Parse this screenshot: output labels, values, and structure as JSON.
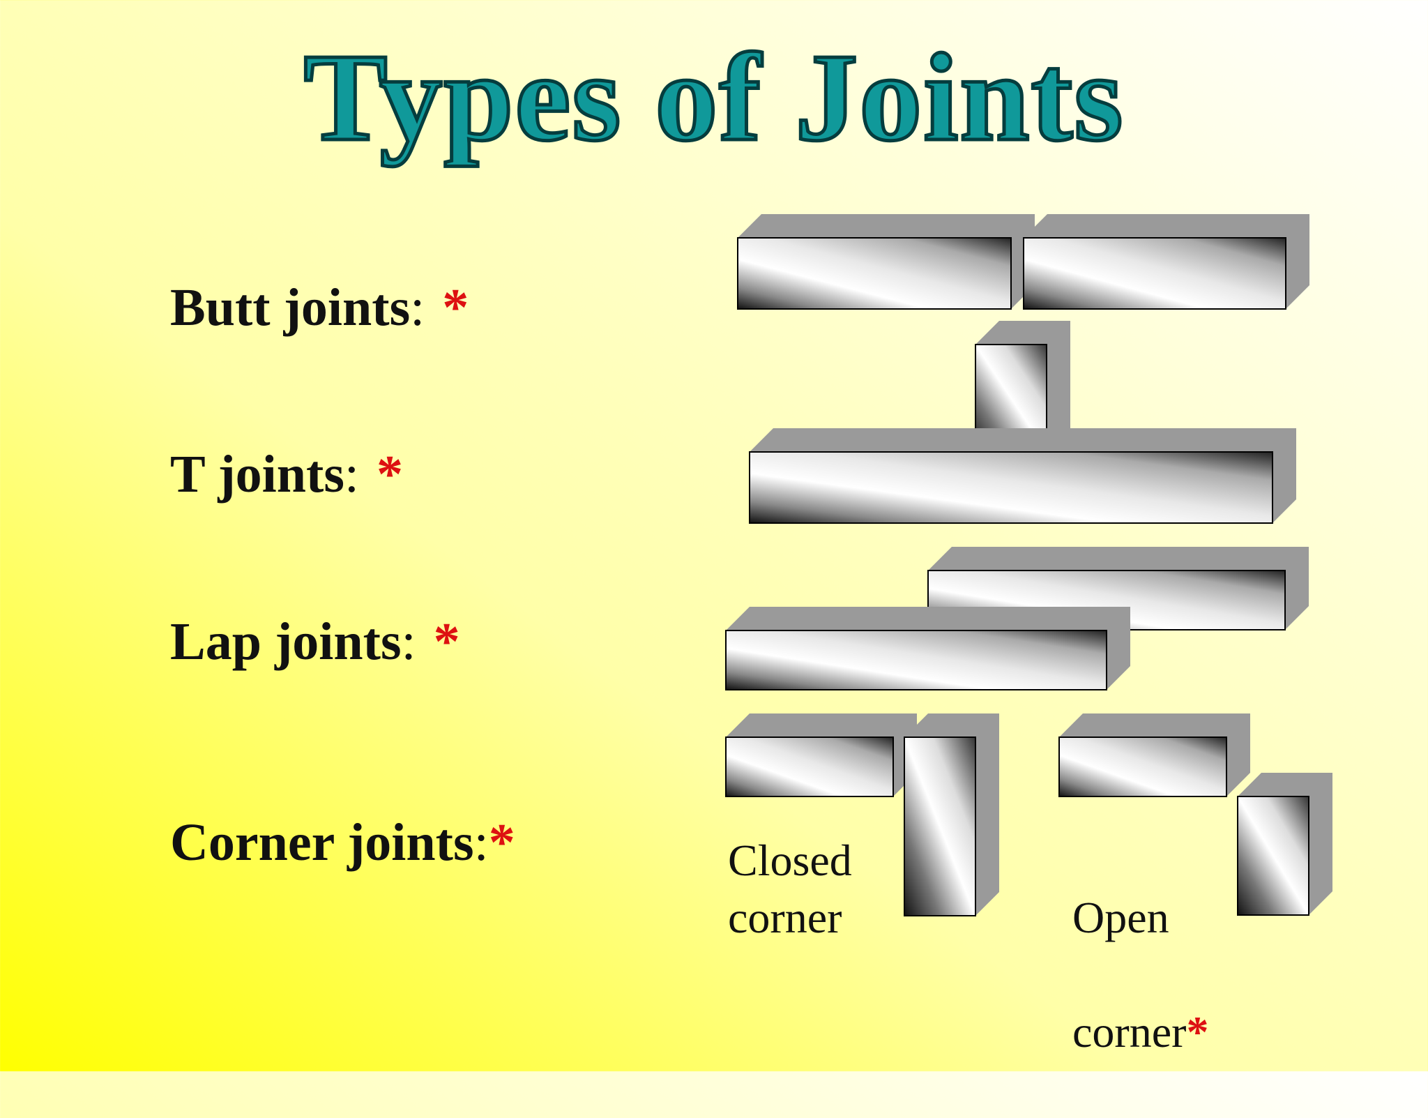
{
  "title": "Types of Joints",
  "labels": [
    {
      "name": "Butt joints",
      "colon": ":",
      "star": "*"
    },
    {
      "name": "T joints",
      "colon": ":",
      "star": "*"
    },
    {
      "name": "Lap joints",
      "colon": ":",
      "star": "*"
    },
    {
      "name": "Corner joints",
      "colon": ":",
      "star": "*"
    }
  ],
  "captions": {
    "closed": "Closed\ncorner",
    "open_line1": "Open",
    "open_line2": "corner",
    "open_star": "*"
  },
  "colors": {
    "title_fill": "#10999a",
    "title_stroke": "#053d3e",
    "star": "#dd1111",
    "block_top": "#9a9a9a"
  }
}
